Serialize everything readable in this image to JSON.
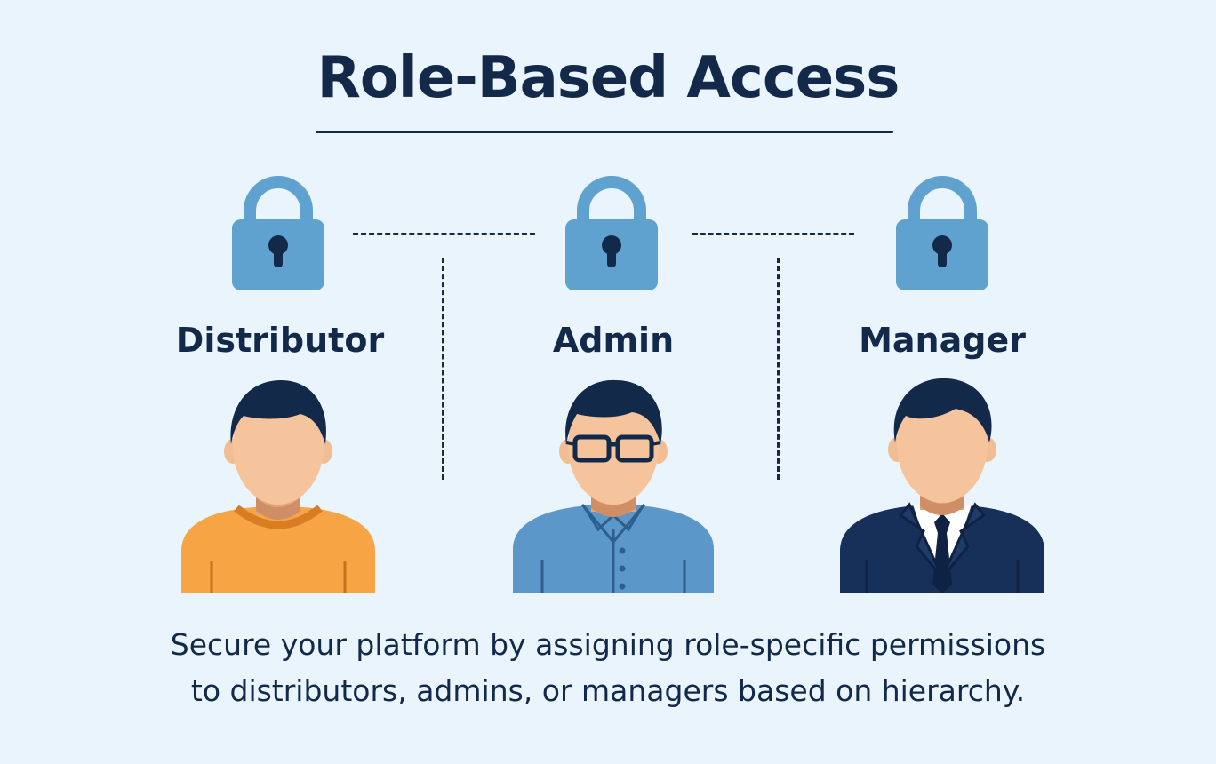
{
  "title": "Role-Based Access",
  "roles": [
    {
      "label": "Distributor",
      "icon": "lock-icon",
      "avatar": "distributor-avatar"
    },
    {
      "label": "Admin",
      "icon": "lock-icon",
      "avatar": "admin-avatar"
    },
    {
      "label": "Manager",
      "icon": "lock-icon",
      "avatar": "manager-avatar"
    }
  ],
  "caption": {
    "line1": "Secure your platform by assigning role-specific permissions",
    "line2": "to distributors, admins, or managers based on hierarchy."
  },
  "colors": {
    "background": "#e9f4fd",
    "text": "#13294a",
    "lock": "#5fa1cf",
    "distributor_shirt": "#f7a444",
    "admin_shirt": "#5b97c8",
    "manager_suit": "#17305a"
  }
}
